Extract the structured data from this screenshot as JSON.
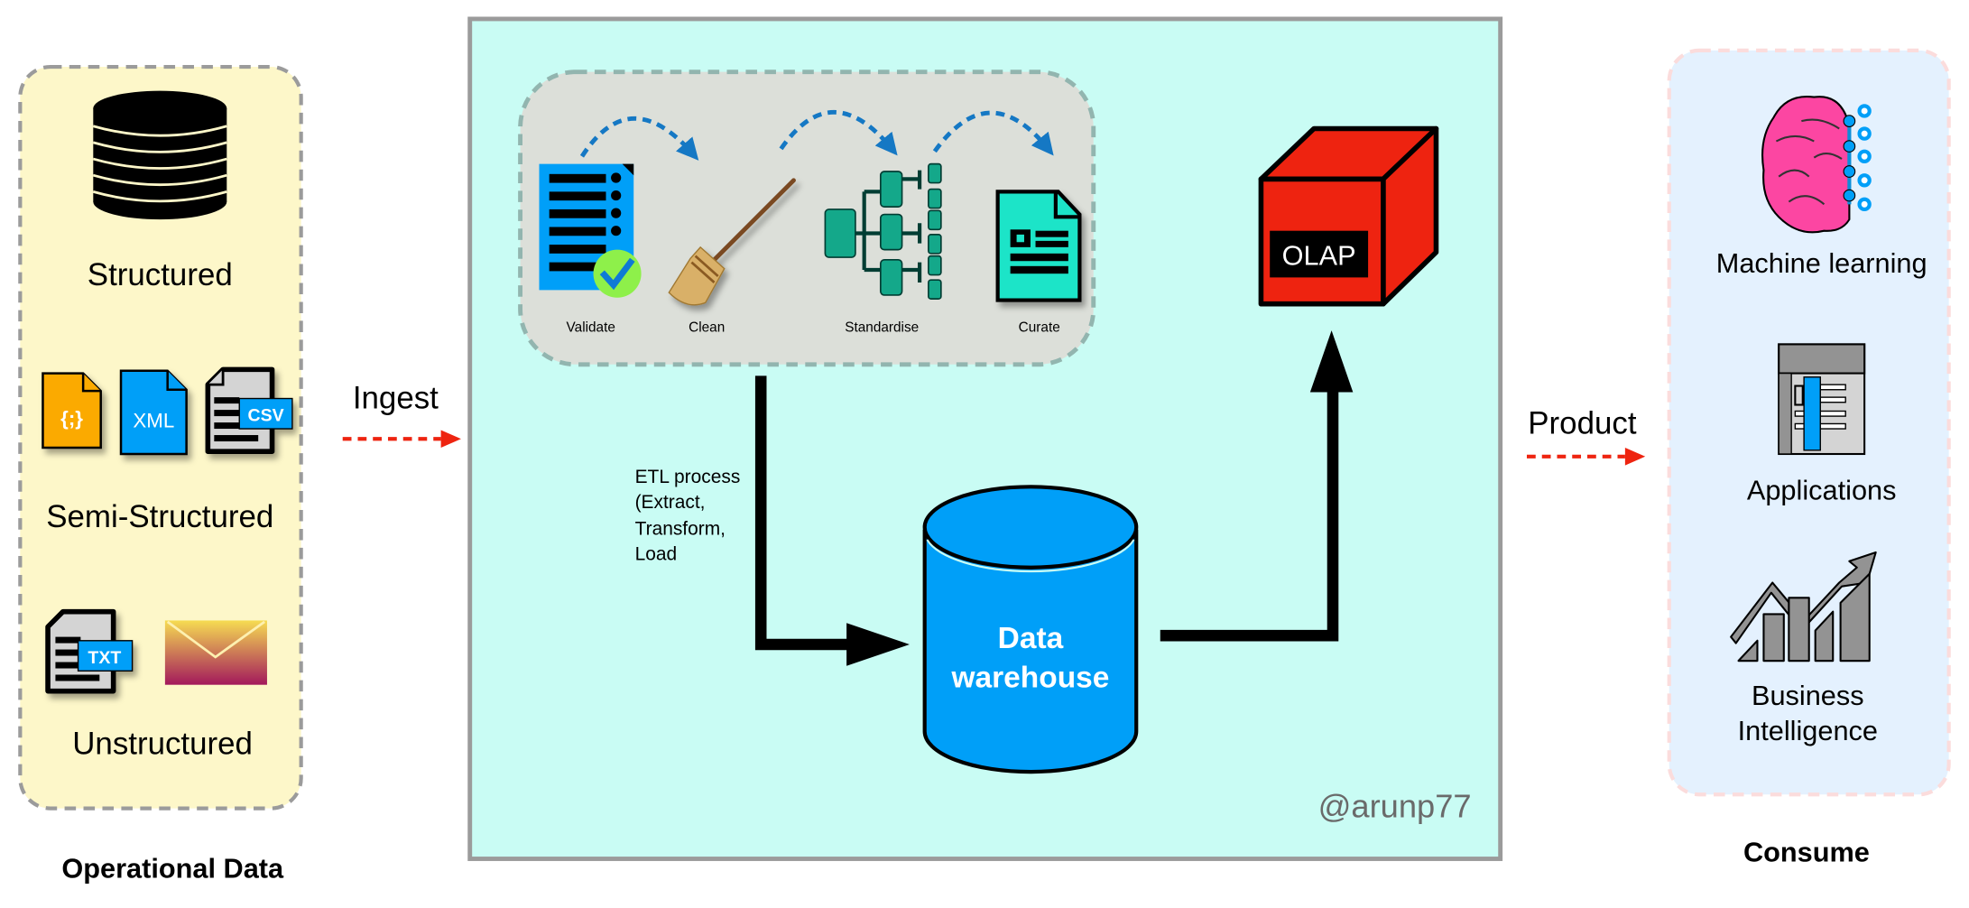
{
  "operational": {
    "title": "Operational Data",
    "structured_label": "Structured",
    "semi_label": "Semi-Structured",
    "unstructured_label": "Unstructured",
    "json_glyph": "{;}",
    "xml_label": "XML",
    "csv_label": "CSV",
    "txt_label": "TXT"
  },
  "ingest_label": "Ingest",
  "pipeline": {
    "steps": [
      "Validate",
      "Clean",
      "Standardise",
      "Curate"
    ]
  },
  "etl_text": [
    "ETL process",
    "(Extract,",
    "Transform,",
    "Load"
  ],
  "warehouse": [
    "Data",
    "warehouse"
  ],
  "olap_label": "OLAP",
  "watermark": "@arunp77",
  "product_label": "Product",
  "consume": {
    "title": "Consume",
    "items": [
      {
        "label": [
          "Machine learning"
        ],
        "icon": "brain-network-icon"
      },
      {
        "label": [
          "Applications"
        ],
        "icon": "application-window-icon"
      },
      {
        "label": [
          "Business",
          "Intelligence"
        ],
        "icon": "growth-chart-icon"
      }
    ]
  },
  "colors": {
    "operational_bg": "#fdf7c9",
    "main_bg": "#c9fcf4",
    "pipeline_bg": "#dcdfd9",
    "consume_bg": "#e4f1fe",
    "accent_blue": "#009ff8",
    "olap_red": "#ee2310",
    "arrow_red": "#ee2410",
    "teal": "#14a88a",
    "curate_teal": "#1ee4c8"
  }
}
